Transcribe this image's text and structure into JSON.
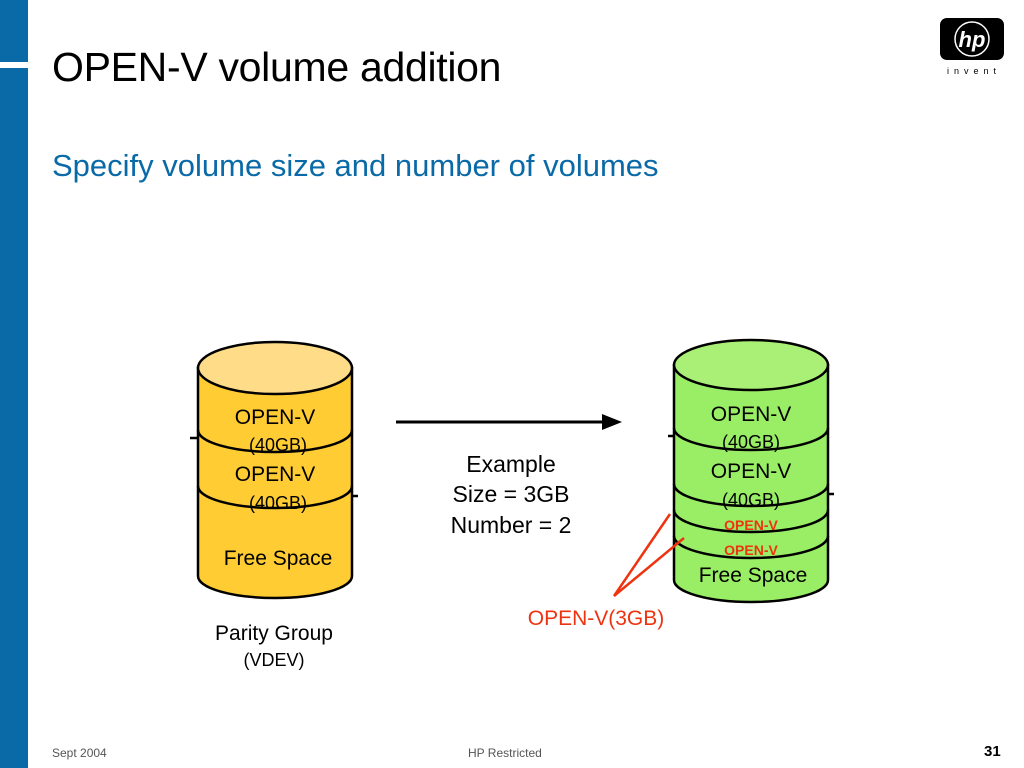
{
  "slide": {
    "title": "OPEN-V volume addition",
    "subtitle": "Specify volume size and number of volumes"
  },
  "logo": {
    "mark": "hp",
    "tagline": "invent"
  },
  "left_cylinder": {
    "segments": [
      {
        "label": "OPEN-V",
        "size": "(40GB)"
      },
      {
        "label": "OPEN-V",
        "size": "(40GB)"
      }
    ],
    "free_space": "Free Space",
    "caption_line1": "Parity Group",
    "caption_line2": "(VDEV)"
  },
  "example": {
    "line1": "Example",
    "line2": "Size = 3GB",
    "line3": "Number = 2"
  },
  "right_cylinder": {
    "segments": [
      {
        "label": "OPEN-V",
        "size": "(40GB)"
      },
      {
        "label": "OPEN-V",
        "size": "(40GB)"
      }
    ],
    "new_volumes": [
      "OPEN-V",
      "OPEN-V"
    ],
    "free_space": "Free Space",
    "callout": "OPEN-V(3GB)"
  },
  "footer": {
    "date": "Sept 2004",
    "classification": "HP Restricted",
    "page_number": "31"
  },
  "colors": {
    "accent_blue": "#0a6aa8",
    "left_body": "#ffcc33",
    "left_top": "#ffdd88",
    "right_body": "#99ee66",
    "right_top": "#aaf077",
    "new_volume_red": "#ee3311"
  }
}
